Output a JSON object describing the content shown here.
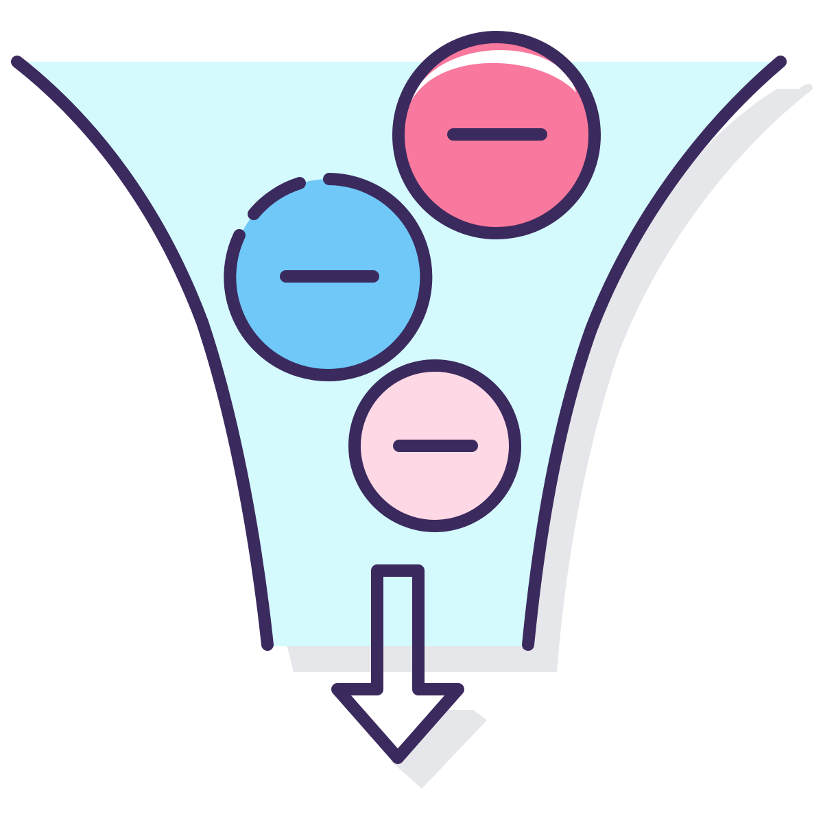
{
  "illustration": {
    "icon": "funnel-with-minus-balls-icon",
    "colors": {
      "background": "#ffffff",
      "outline": "#3b2a5e",
      "funnel_fill": "#d4fafd",
      "shadow": "#e6e7ea",
      "ball_blue": "#6fc8f8",
      "ball_red": "#f9789d",
      "ball_pink": "#ffd8e5",
      "arrow_fill": "#0a88ee"
    },
    "balls": [
      {
        "name": "blue-minus-ball",
        "color_key": "ball_blue",
        "symbol": "minus-icon"
      },
      {
        "name": "red-minus-ball",
        "color_key": "ball_red",
        "symbol": "minus-icon"
      },
      {
        "name": "pink-minus-ball",
        "color_key": "ball_pink",
        "symbol": "minus-icon"
      }
    ],
    "arrow": {
      "direction": "down",
      "icon": "arrow-down-icon"
    }
  }
}
